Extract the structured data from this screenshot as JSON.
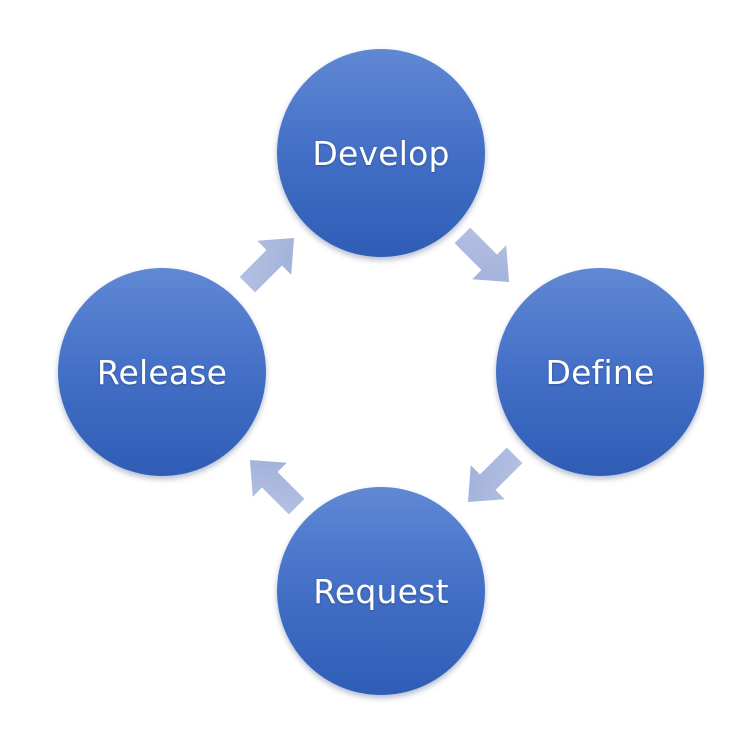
{
  "nodes": {
    "develop": "Develop",
    "define": "Define",
    "request": "Request",
    "release": "Release"
  },
  "colors": {
    "node_top": "#6088d4",
    "node_bottom": "#2f5db5",
    "arrow_fill": "#aab8de"
  }
}
